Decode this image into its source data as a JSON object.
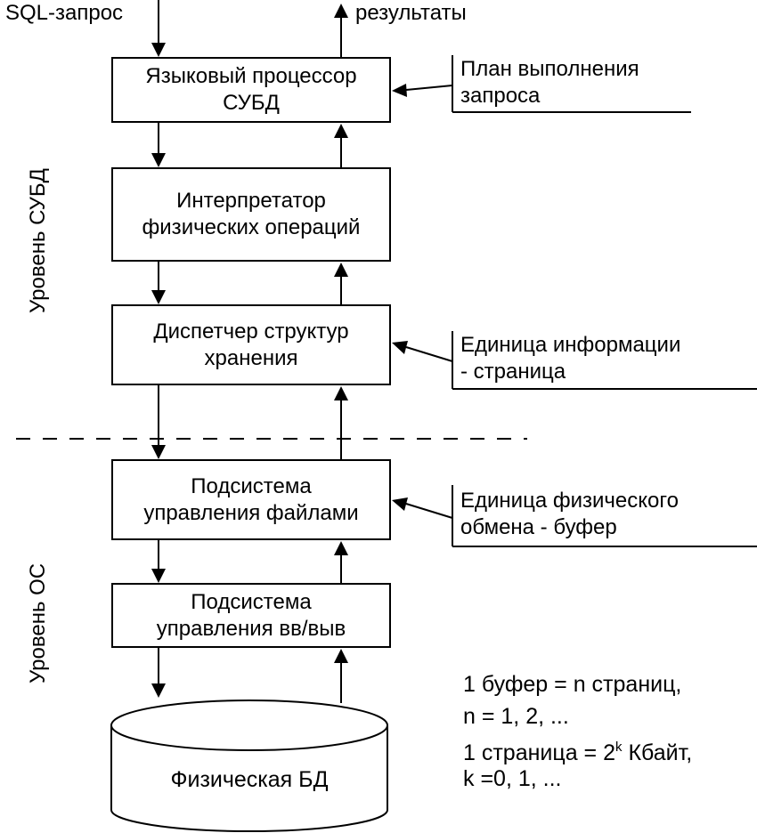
{
  "top": {
    "input_label": "SQL-запрос",
    "output_label": "результаты"
  },
  "blocks": {
    "language_processor": [
      "Языковый процессор",
      "СУБД"
    ],
    "interpreter": [
      "Интерпретатор",
      "физических операций"
    ],
    "storage_manager": [
      "Диспетчер структур",
      "хранения"
    ],
    "file_subsystem": [
      "Подсистема",
      "управления файлами"
    ],
    "io_subsystem": [
      "Подсистема",
      "управления вв/выв"
    ],
    "database": "Физическая БД"
  },
  "notes": {
    "execution_plan": [
      "План выполнения",
      "запроса"
    ],
    "info_unit": [
      "Единица информации",
      "- страница"
    ],
    "exchange_unit": [
      "Единица физического",
      "обмена - буфер"
    ]
  },
  "levels": {
    "dbms": "Уровень СУБД",
    "os": "Уровень ОС"
  },
  "formulas": {
    "line1": "1 буфер = n страниц,",
    "line2": "n = 1, 2, ...",
    "line3_before": "1 страница = 2",
    "line3_sup": "k",
    "line3_after": " Кбайт,",
    "line4": "k =0, 1, ..."
  }
}
